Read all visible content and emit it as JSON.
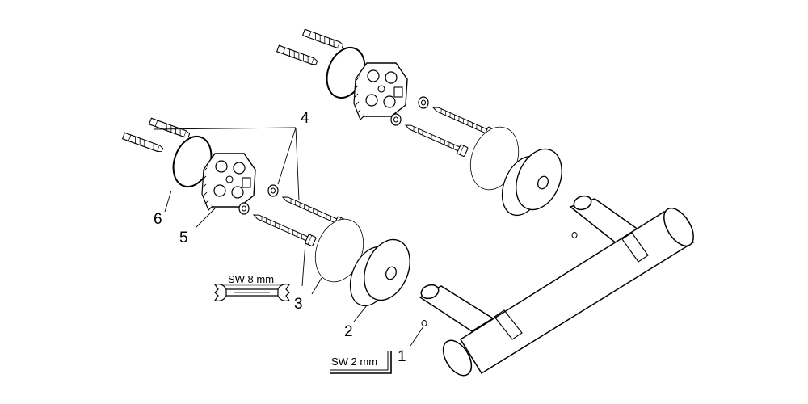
{
  "callouts": {
    "part1": "1",
    "part2": "2",
    "part3": "3",
    "part4": "4",
    "part5": "5",
    "part6": "6"
  },
  "tools": {
    "hex_key_size": "SW 2 mm",
    "wrench_size": "SW 8 mm"
  },
  "icons": {
    "wrench": "wrench-icon",
    "hex_key": "hex-key-icon"
  }
}
